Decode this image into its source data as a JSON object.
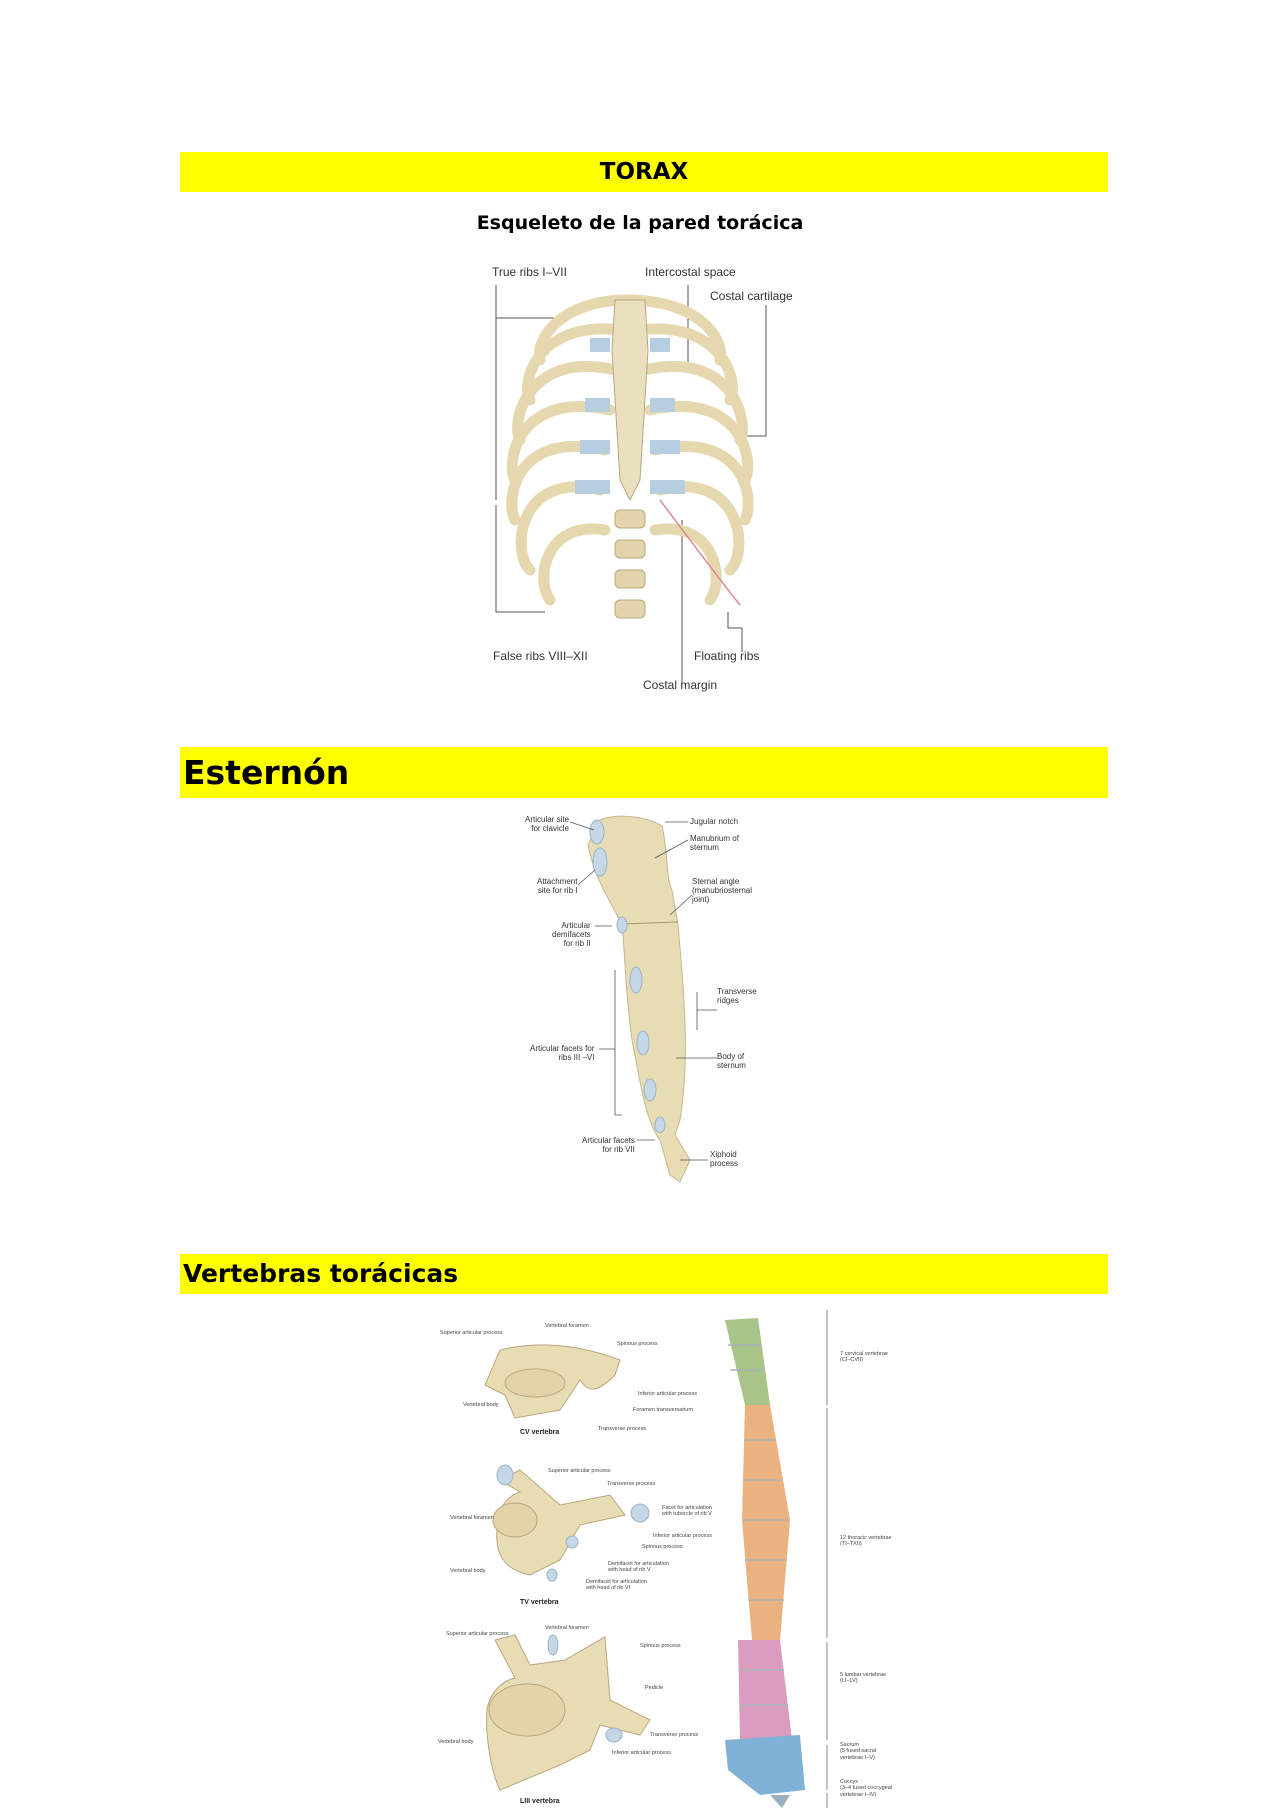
{
  "torax": {
    "title": "TORAX",
    "subtitle": "Esqueleto de la pared torácica"
  },
  "ribcage": {
    "labels": {
      "true_ribs": "True ribs I–VII",
      "intercostal": "Intercostal space",
      "costal_cartilage": "Costal cartilage",
      "false_ribs": "False ribs VIII–XII",
      "floating_ribs": "Floating ribs",
      "costal_margin": "Costal margin"
    }
  },
  "esternon": {
    "title": "Esternón",
    "labels": {
      "clavicle": "Articular site\nfor clavicle",
      "jugular": "Jugular notch",
      "manubrium": "Manubrium of\nsternum",
      "rib1": "Attachment\nsite for rib I",
      "angle": "Sternal angle\n(manubriosternal\njoint)",
      "rib2": "Articular\ndemifacets\nfor rib II",
      "ridges": "Transverse\nridges",
      "rib3_6": "Articular facets for\nribs III –VI",
      "body": "Body of\nsternum",
      "rib7": "Articular facets\nfor rib VII",
      "xiphoid": "Xiphoid\nprocess"
    }
  },
  "vertebras": {
    "title": "Vertebras torácicas",
    "cv": {
      "caption": "CV vertebra",
      "sup_art": "Superior articular process",
      "foramen": "Vertebral foramen",
      "spinous": "Spinous process",
      "inf_art": "Inferior articular process",
      "body": "Vertebral body",
      "transversarium": "Foramen transversarium",
      "transverse": "Transverse process"
    },
    "tv": {
      "caption": "TV vertebra",
      "sup_art": "Superior articular process",
      "transverse": "Transverse process",
      "foramen": "Vertebral foramen",
      "facet_tubercle": "Facet for articulation\nwith tubercle of rib V",
      "inf_art": "Inferior articular process",
      "spinous": "Spinous process",
      "demifacet5": "Demifacet for articulation\nwith head of rib V",
      "body": "Vertebral body",
      "demifacet6": "Demifacet for articulation\nwith head of rib VI"
    },
    "liii": {
      "caption": "LIII vertebra",
      "foramen": "Vertebral foramen",
      "sup_art": "Superior articular process",
      "spinous": "Spinous process",
      "pedicle": "Pedicle",
      "transverse": "Transverse process",
      "body": "Vertebral body",
      "inf_art": "Inferior articular process"
    },
    "spine": {
      "cervical": "7 cervical vertebrae\n(CI–CVII)",
      "thoracic": "12 thoracic vertebrae\n(TI–TXII)",
      "lumbar": "5 lumbar vertebrae\n(LI–LV)",
      "sacrum": "Sacrum\n(5 fused sacral\nvertebrae I–V)",
      "coccyx": "Coccyx\n(3–4 fused coccygeal\nvertebrae I–IV)"
    }
  },
  "colors": {
    "highlight": "#ffff00",
    "bone": "#e8dcb5",
    "cartilage": "#b7cde0",
    "cervical": "#a9c489",
    "thoracic": "#e9b27f",
    "lumbar": "#dc9cc0",
    "sacrum": "#7fb2d6"
  }
}
